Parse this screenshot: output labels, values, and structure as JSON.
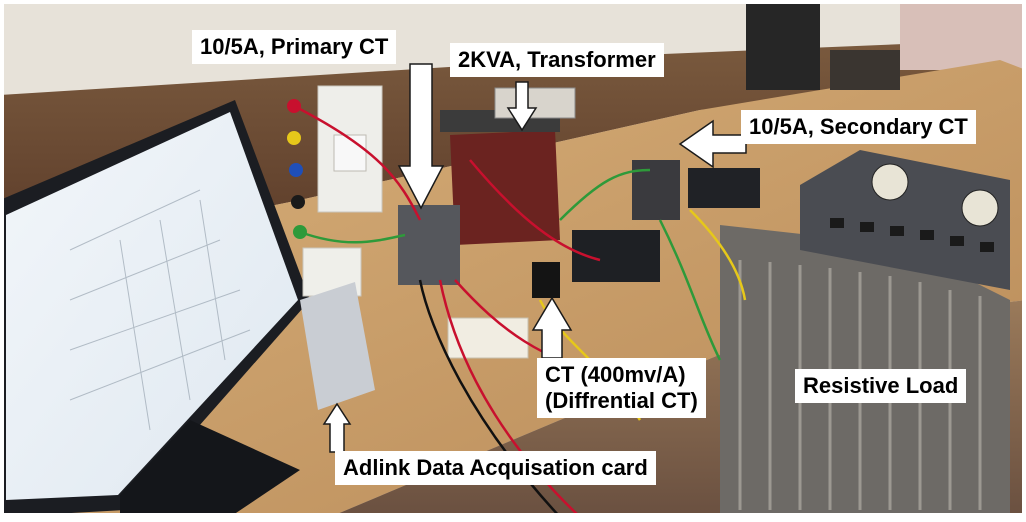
{
  "labels": {
    "primary_ct": "10/5A, Primary CT",
    "transformer": "2KVA, Transformer",
    "secondary_ct": "10/5A, Secondary CT",
    "ct_line1": "CT (400mv/A)",
    "ct_line2": "(Diffrential CT)",
    "resistive_load": "Resistive Load",
    "daq_card": "Adlink Data Acquisation card"
  },
  "colors": {
    "label_bg": "#ffffff",
    "label_text": "#000000",
    "arrow_fill": "#ffffff",
    "arrow_stroke": "#1a1a1a"
  }
}
